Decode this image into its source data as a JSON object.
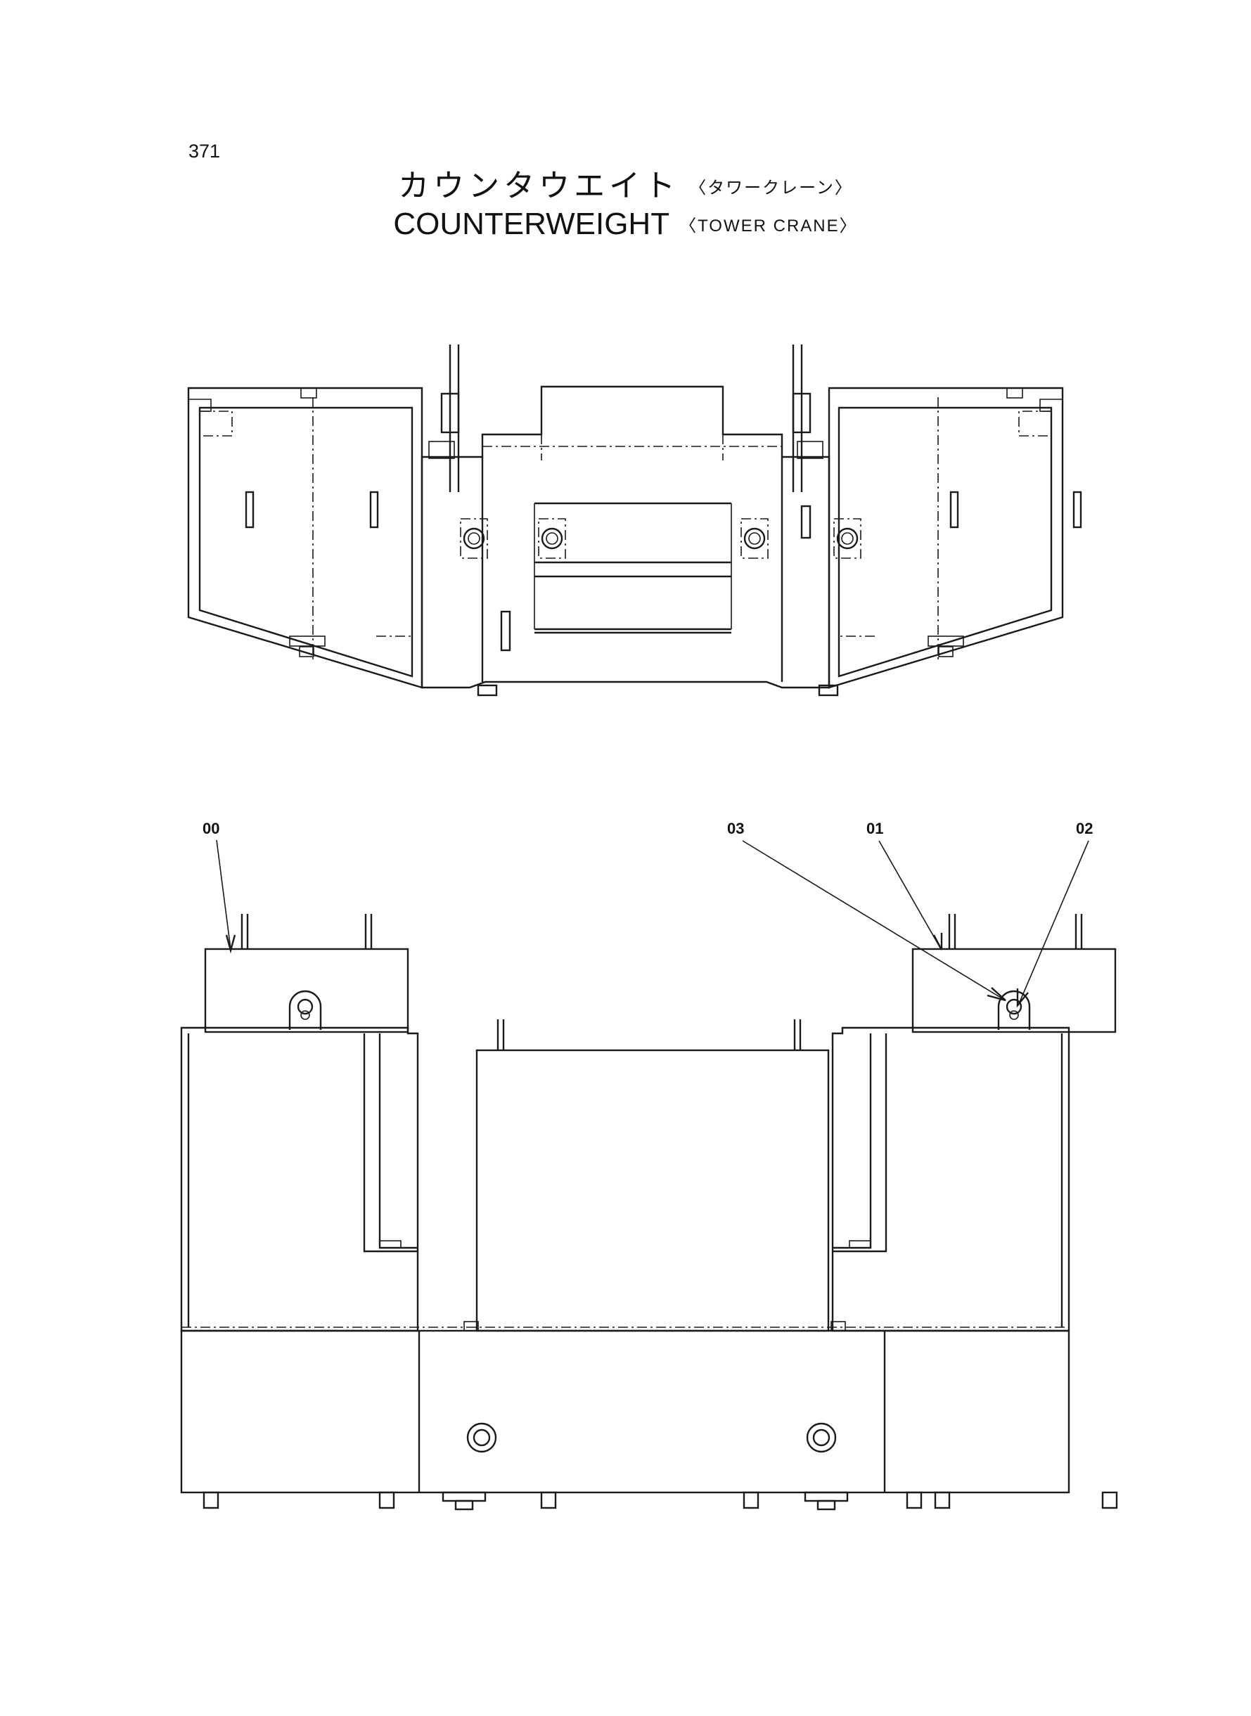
{
  "page": {
    "number": "371",
    "title_jp": "カウンタウエイト",
    "title_jp_sub": "〈タワークレーン〉",
    "title_en": "COUNTERWEIGHT",
    "title_en_sub": "〈TOWER CRANE〉"
  },
  "callouts": [
    {
      "id": "00"
    },
    {
      "id": "03"
    },
    {
      "id": "01"
    },
    {
      "id": "02"
    }
  ]
}
